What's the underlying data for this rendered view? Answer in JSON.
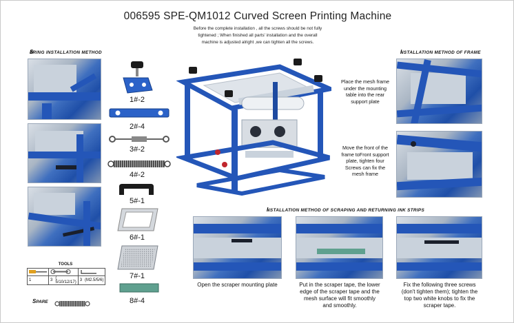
{
  "title": "006595  SPE-QM1012 Curved Screen Printing Machine",
  "intro": [
    "Before the complete installation , all the screws should be not fully",
    "tightened ; When finished all parts' installation and the overall",
    "machine is adjusted alright ,we can tighten all the screws."
  ],
  "sections": {
    "spring": {
      "first": "S",
      "rest": "pring Installation Method"
    },
    "frame": {
      "first": "I",
      "rest": "nstallation Method of Frame"
    },
    "scraping": {
      "first": "I",
      "rest": "nstallation Method of Scraping and Returning Ink Strips"
    }
  },
  "parts": [
    {
      "label": "1#-2",
      "icon": "knob-bracket-icon"
    },
    {
      "label": "2#-4",
      "icon": "connecting-plate-icon"
    },
    {
      "label": "3#-2",
      "icon": "turnbuckle-icon"
    },
    {
      "label": "4#-2",
      "icon": "spring-icon"
    },
    {
      "label": "5#-1",
      "icon": "handle-icon"
    },
    {
      "label": "6#-1",
      "icon": "frame-icon"
    },
    {
      "label": "7#-1",
      "icon": "mesh-plate-icon"
    },
    {
      "label": "8#-4",
      "icon": "strip-icon"
    }
  ],
  "frame_notes": [
    "Place the mesh frame\nunder the mounting\ntable into the rear\nsupport plate",
    "Move the front of the\nframe toFront support\nplate, tighten four\nScrews can fix the\nmesh frame"
  ],
  "scraping_captions": [
    "Open the scraper mounting plate",
    "Put in the scraper tape, the lower\nedge of the scraper tape and the\nmesh surface will fit smoothly\nand smoothly.",
    "Fix the following three screws\n(don't tighten them); tighten the\ntop two white knobs to fix the\nscraper tape."
  ],
  "tools": {
    "title": "TOOLS",
    "row": [
      "1",
      "3",
      "( 5/10/12/17)",
      "3",
      "(M2.5/5/6)"
    ]
  },
  "spare": {
    "first": "S",
    "rest": "PARE"
  },
  "colors": {
    "machine_blue": "#2456b8",
    "metal": "#c9d2dc"
  }
}
